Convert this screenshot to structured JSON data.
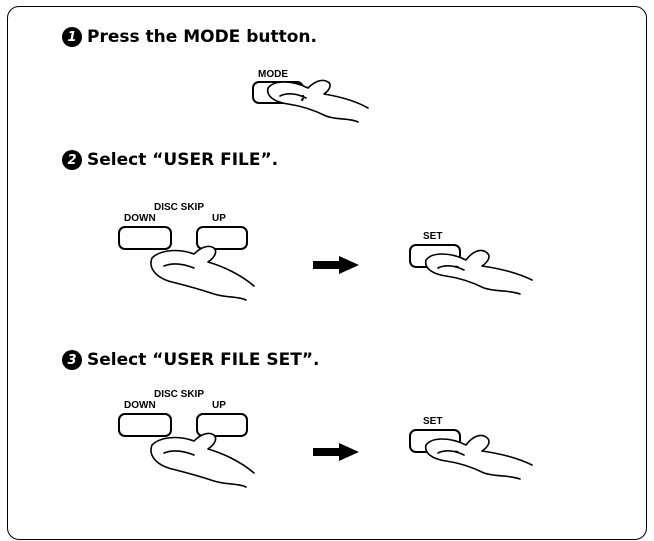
{
  "steps": [
    {
      "num": "1",
      "text": "Press the MODE button."
    },
    {
      "num": "2",
      "text": "Select “USER FILE”."
    },
    {
      "num": "3",
      "text": "Select “USER FILE SET”."
    }
  ],
  "buttons": {
    "mode": "MODE",
    "disc_skip": "DISC SKIP",
    "down": "DOWN",
    "up": "UP",
    "set": "SET"
  },
  "icons": [
    "hand-pressing-icon",
    "right-arrow-icon"
  ]
}
